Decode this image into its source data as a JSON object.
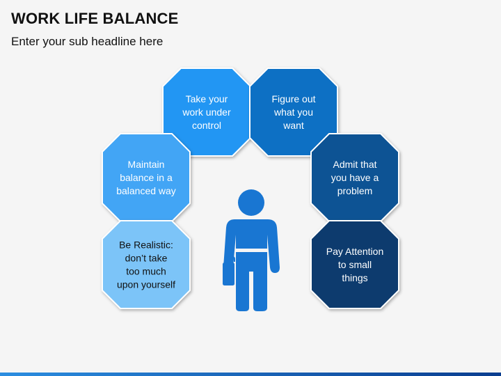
{
  "header": {
    "title": "WORK LIFE BALANCE",
    "subtitle": "Enter your sub headline here"
  },
  "octagons": [
    {
      "id": "take-control",
      "lines": [
        "Take your",
        "work under",
        "control"
      ],
      "fill": "#2196f3",
      "text_color": "#ffffff"
    },
    {
      "id": "figure-out",
      "lines": [
        "Figure out",
        "what you",
        "want"
      ],
      "fill": "#0d6fc4",
      "text_color": "#ffffff"
    },
    {
      "id": "maintain-balance",
      "lines": [
        "Maintain",
        "balance in a",
        "balanced way"
      ],
      "fill": "#42a5f5",
      "text_color": "#ffffff"
    },
    {
      "id": "admit-problem",
      "lines": [
        "Admit that",
        "you have a",
        "problem"
      ],
      "fill": "#0b5394",
      "text_color": "#ffffff"
    },
    {
      "id": "be-realistic",
      "lines": [
        "Be Realistic:",
        "don’t take",
        "too much",
        "upon yourself"
      ],
      "fill": "#7cc4f8",
      "text_color": "#111111"
    },
    {
      "id": "pay-attention",
      "lines": [
        "Pay Attention",
        "to small",
        "things"
      ],
      "fill": "#0a3a6e",
      "text_color": "#ffffff"
    }
  ],
  "figure": {
    "icon": "person-with-briefcase-icon",
    "color": "#1976d2"
  },
  "colors": {
    "background": "#f5f5f5",
    "octagon_stroke": "#ffffff",
    "bottom_bar_start": "#2b8de0",
    "bottom_bar_end": "#0a3d8f"
  }
}
